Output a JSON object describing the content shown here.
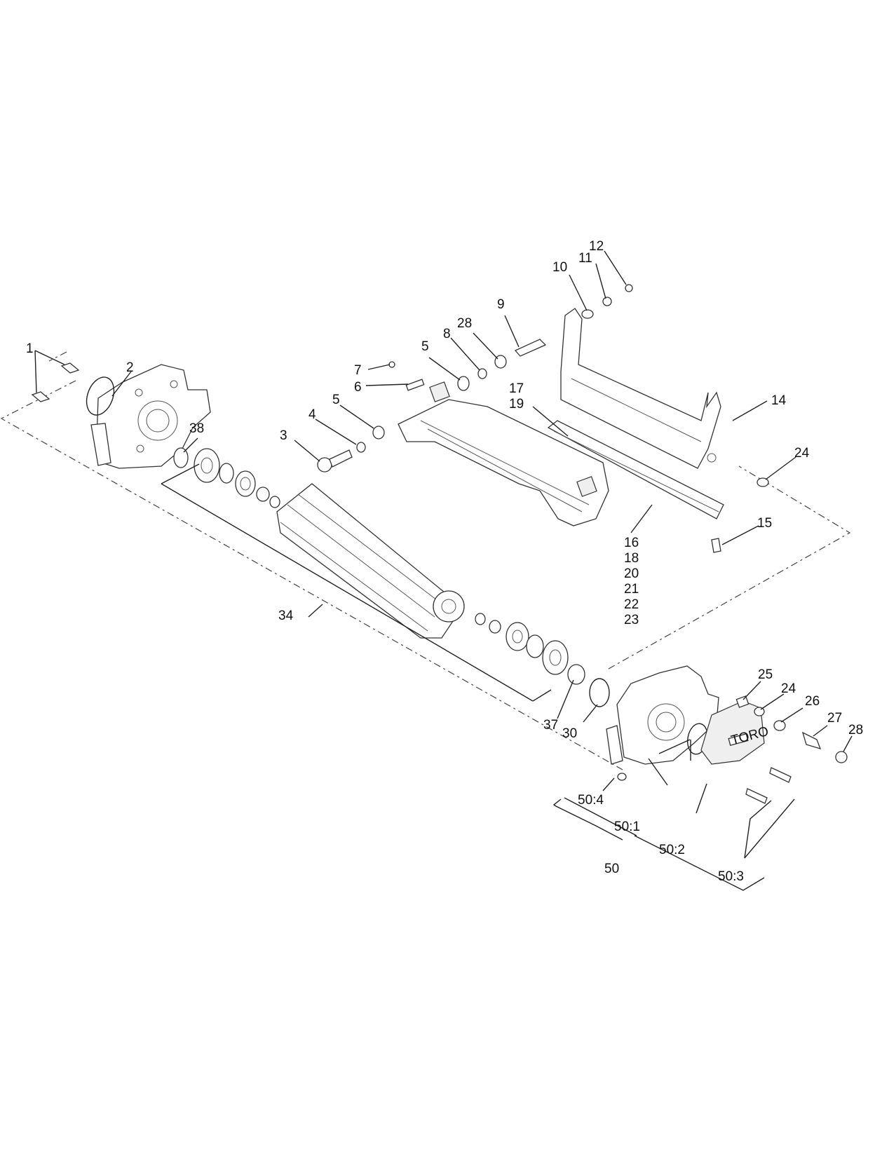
{
  "diagram": {
    "callouts": {
      "c1": "1",
      "c2": "2",
      "c3": "3",
      "c4": "4",
      "c5a": "5",
      "c5b": "5",
      "c6": "6",
      "c7": "7",
      "c8": "8",
      "c9": "9",
      "c10": "10",
      "c11": "11",
      "c12": "12",
      "c28a": "28",
      "c14": "14",
      "c17": "17",
      "c19": "19",
      "c24a": "24",
      "c15": "15",
      "c16": "16",
      "c18": "18",
      "c20": "20",
      "c21": "21",
      "c22": "22",
      "c23": "23",
      "c38": "38",
      "c34": "34",
      "c37": "37",
      "c30": "30",
      "c25": "25",
      "c24b": "24",
      "c26": "26",
      "c27": "27",
      "c28b": "28",
      "c50_4": "50:4",
      "c50_1": "50:1",
      "c50_2": "50:2",
      "c50": "50",
      "c50_3": "50:3"
    },
    "decal_text": "TORO"
  }
}
